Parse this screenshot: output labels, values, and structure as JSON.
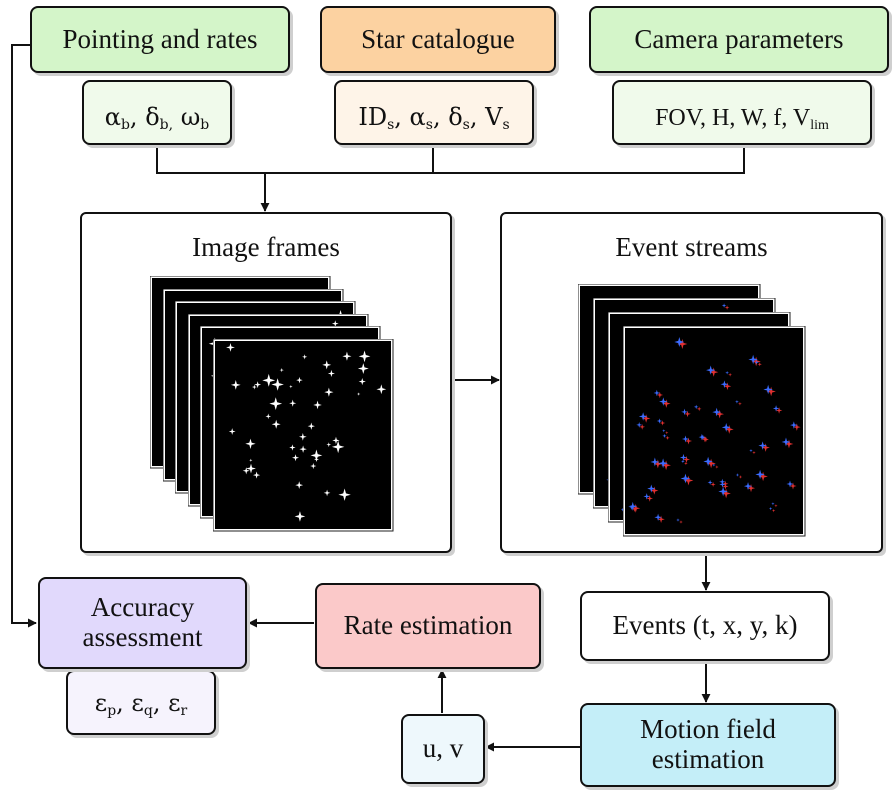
{
  "inputs": {
    "pointing": {
      "title": "Pointing and rates",
      "symbols": [
        {
          "base": "α",
          "sub": "b",
          "sep": ", "
        },
        {
          "base": "δ",
          "sub": "b,",
          "sep": " "
        },
        {
          "base": "ω",
          "sub": "b",
          "sep": ""
        }
      ]
    },
    "catalogue": {
      "title": "Star catalogue",
      "symbols": [
        {
          "base": "ID",
          "sub": "s",
          "sep": ", "
        },
        {
          "base": "α",
          "sub": "s",
          "sep": ", "
        },
        {
          "base": "δ",
          "sub": "s",
          "sep": ", "
        },
        {
          "base": "V",
          "sub": "s",
          "sep": ""
        }
      ]
    },
    "camera": {
      "title": "Camera parameters",
      "symbols": [
        {
          "base": "FOV, H, W, f, V",
          "sub": "lim",
          "sep": ""
        }
      ]
    }
  },
  "panels": {
    "image_frames": {
      "title": "Image frames"
    },
    "event_streams": {
      "title": "Event streams"
    }
  },
  "events": {
    "label": "Events (t, x, y, k)"
  },
  "motion_field": {
    "line1": "Motion field",
    "line2": "estimation"
  },
  "uv": {
    "label": "u, v"
  },
  "rate_estimation": {
    "label": "Rate estimation"
  },
  "accuracy": {
    "line1": "Accuracy",
    "line2": "assessment",
    "symbols": [
      {
        "base": "ε",
        "sub": "p",
        "sep": ", "
      },
      {
        "base": "ε",
        "sub": "q",
        "sep": ", "
      },
      {
        "base": "ε",
        "sub": "r",
        "sep": ""
      }
    ]
  },
  "colors": {
    "pointing_header": "#d4f5c9",
    "pointing_sub": "#f0faeb",
    "catalogue_header": "#fcd2a1",
    "catalogue_sub": "#fef4e8",
    "camera_header": "#d4f5c9",
    "camera_sub": "#f0faeb",
    "accuracy_header": "#e1d9fc",
    "accuracy_sub": "#f6f3fd",
    "rate_estimation": "#fbc9c9",
    "motion_field": "#c4eef8",
    "uv": "#eef8fc",
    "events": "#ffffff",
    "event_positive": "#3b6cff",
    "event_negative": "#e03030"
  }
}
